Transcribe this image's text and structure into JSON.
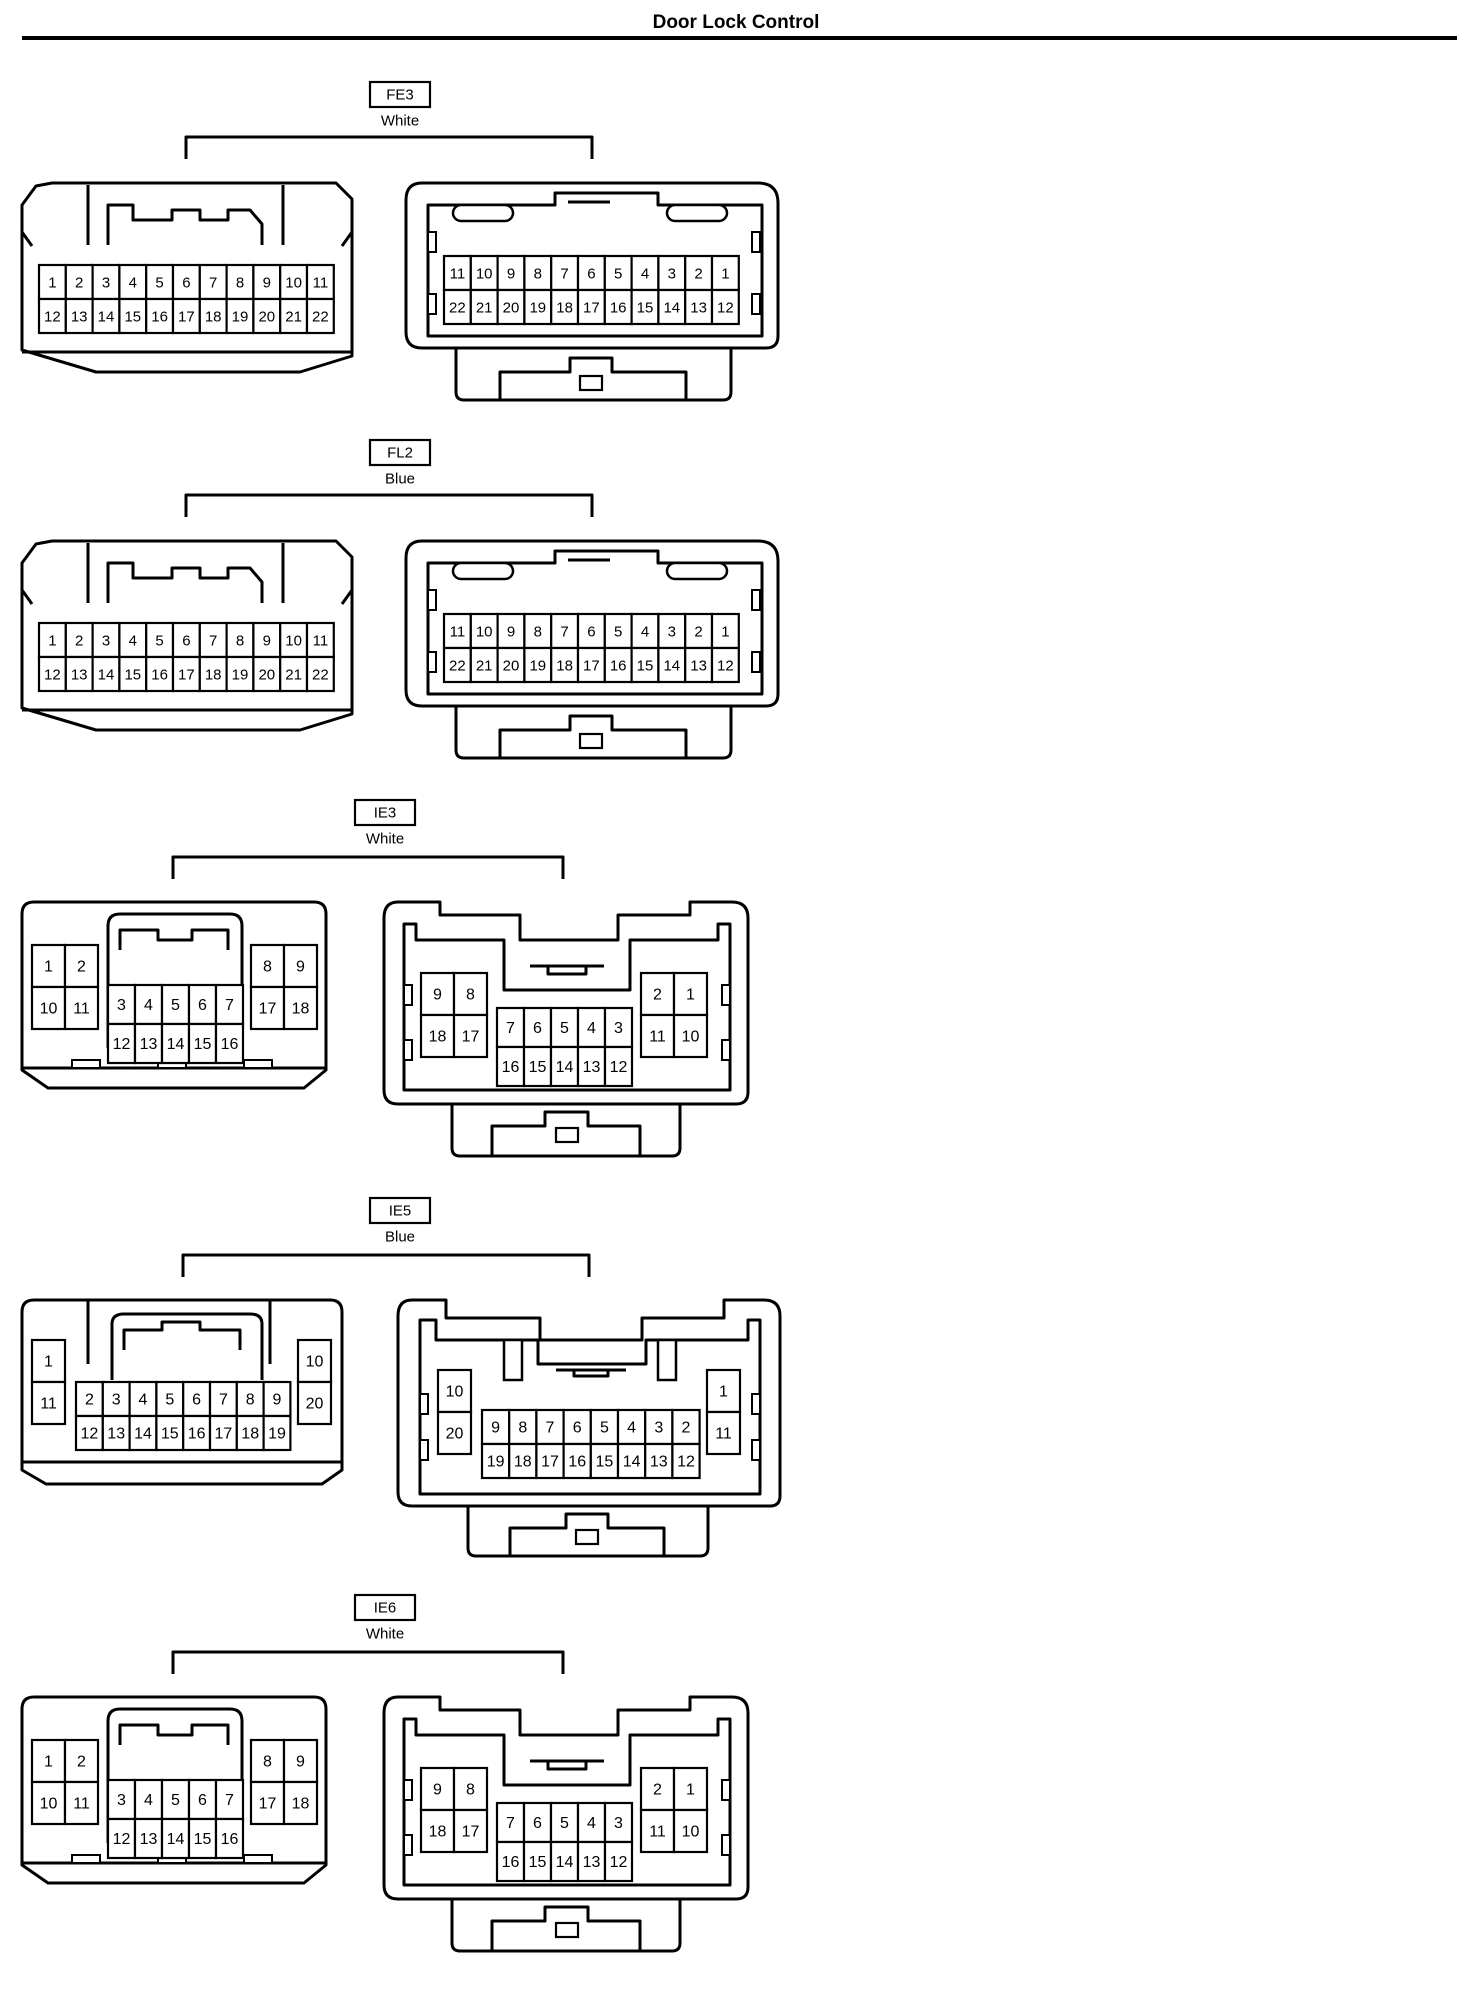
{
  "page": {
    "title": "Door Lock Control"
  },
  "connectors": [
    {
      "id": "FE3",
      "color": "White",
      "left": {
        "rows": [
          [
            "1",
            "2",
            "3",
            "4",
            "5",
            "6",
            "7",
            "8",
            "9",
            "10",
            "11"
          ],
          [
            "12",
            "13",
            "14",
            "15",
            "16",
            "17",
            "18",
            "19",
            "20",
            "21",
            "22"
          ]
        ]
      },
      "right": {
        "rows": [
          [
            "11",
            "10",
            "9",
            "8",
            "7",
            "6",
            "5",
            "4",
            "3",
            "2",
            "1"
          ],
          [
            "22",
            "21",
            "20",
            "19",
            "18",
            "17",
            "16",
            "15",
            "14",
            "13",
            "12"
          ]
        ]
      }
    },
    {
      "id": "FL2",
      "color": "Blue",
      "left": {
        "rows": [
          [
            "1",
            "2",
            "3",
            "4",
            "5",
            "6",
            "7",
            "8",
            "9",
            "10",
            "11"
          ],
          [
            "12",
            "13",
            "14",
            "15",
            "16",
            "17",
            "18",
            "19",
            "20",
            "21",
            "22"
          ]
        ]
      },
      "right": {
        "rows": [
          [
            "11",
            "10",
            "9",
            "8",
            "7",
            "6",
            "5",
            "4",
            "3",
            "2",
            "1"
          ],
          [
            "22",
            "21",
            "20",
            "19",
            "18",
            "17",
            "16",
            "15",
            "14",
            "13",
            "12"
          ]
        ]
      }
    },
    {
      "id": "IE3",
      "color": "White",
      "left": {
        "group_left": [
          [
            "1",
            "2"
          ],
          [
            "10",
            "11"
          ]
        ],
        "group_center": [
          [
            "3",
            "4",
            "5",
            "6",
            "7"
          ],
          [
            "12",
            "13",
            "14",
            "15",
            "16"
          ]
        ],
        "group_right": [
          [
            "8",
            "9"
          ],
          [
            "17",
            "18"
          ]
        ]
      },
      "right": {
        "group_left": [
          [
            "9",
            "8"
          ],
          [
            "18",
            "17"
          ]
        ],
        "group_center": [
          [
            "7",
            "6",
            "5",
            "4",
            "3"
          ],
          [
            "16",
            "15",
            "14",
            "13",
            "12"
          ]
        ],
        "group_right": [
          [
            "2",
            "1"
          ],
          [
            "11",
            "10"
          ]
        ]
      }
    },
    {
      "id": "IE5",
      "color": "Blue",
      "left": {
        "group_left": [
          [
            "1"
          ],
          [
            "11"
          ]
        ],
        "group_center": [
          [
            "2",
            "3",
            "4",
            "5",
            "6",
            "7",
            "8",
            "9"
          ],
          [
            "12",
            "13",
            "14",
            "15",
            "16",
            "17",
            "18",
            "19"
          ]
        ],
        "group_right": [
          [
            "10"
          ],
          [
            "20"
          ]
        ]
      },
      "right": {
        "group_left": [
          [
            "10"
          ],
          [
            "20"
          ]
        ],
        "group_center": [
          [
            "9",
            "8",
            "7",
            "6",
            "5",
            "4",
            "3",
            "2"
          ],
          [
            "19",
            "18",
            "17",
            "16",
            "15",
            "14",
            "13",
            "12"
          ]
        ],
        "group_right": [
          [
            "1"
          ],
          [
            "11"
          ]
        ]
      }
    },
    {
      "id": "IE6",
      "color": "White",
      "left": {
        "group_left": [
          [
            "1",
            "2"
          ],
          [
            "10",
            "11"
          ]
        ],
        "group_center": [
          [
            "3",
            "4",
            "5",
            "6",
            "7"
          ],
          [
            "12",
            "13",
            "14",
            "15",
            "16"
          ]
        ],
        "group_right": [
          [
            "8",
            "9"
          ],
          [
            "17",
            "18"
          ]
        ]
      },
      "right": {
        "group_left": [
          [
            "9",
            "8"
          ],
          [
            "18",
            "17"
          ]
        ],
        "group_center": [
          [
            "7",
            "6",
            "5",
            "4",
            "3"
          ],
          [
            "16",
            "15",
            "14",
            "13",
            "12"
          ]
        ],
        "group_right": [
          [
            "2",
            "1"
          ],
          [
            "11",
            "10"
          ]
        ]
      }
    }
  ]
}
